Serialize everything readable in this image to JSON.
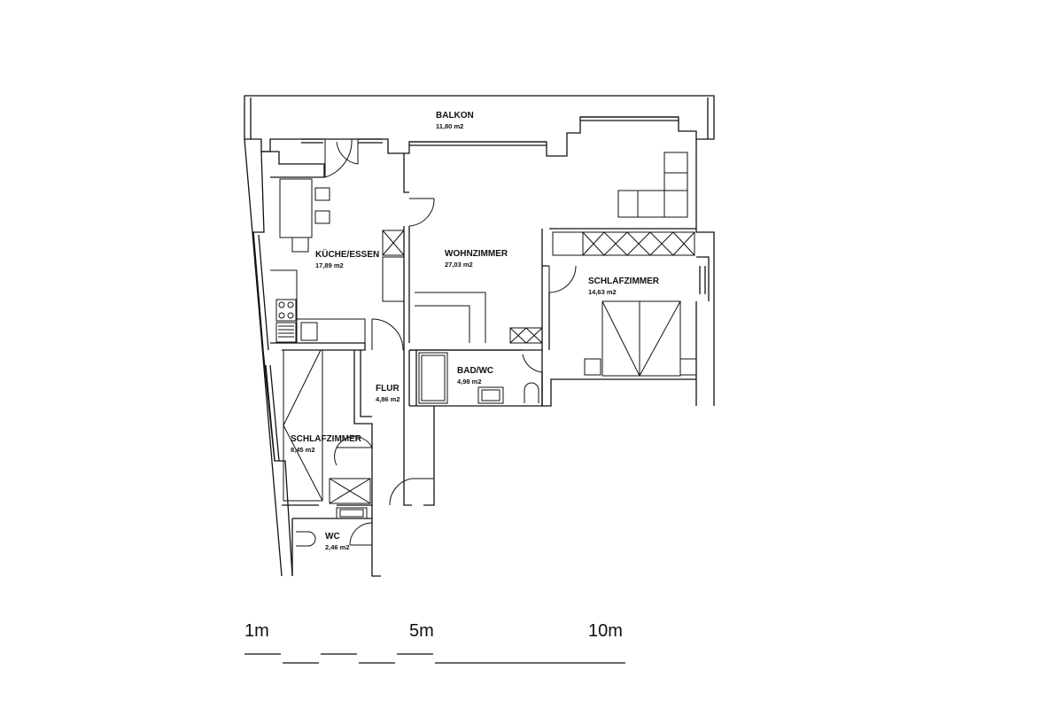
{
  "plan": {
    "rooms": {
      "balkon": {
        "name": "BALKON",
        "area": "11,80 m2"
      },
      "kueche": {
        "name": "KÜCHE/ESSEN",
        "area": "17,89 m2"
      },
      "wohnzimmer": {
        "name": "WOHNZIMMER",
        "area": "27,03 m2"
      },
      "schlafzimmer_gross": {
        "name": "SCHLAFZIMMER",
        "area": "14,63 m2"
      },
      "bad": {
        "name": "BAD/WC",
        "area": "4,98 m2"
      },
      "flur": {
        "name": "FLUR",
        "area": "4,86 m2"
      },
      "schlafzimmer_klein": {
        "name": "SCHLAFZIMMER",
        "area": "8,45 m2"
      },
      "wc": {
        "name": "WC",
        "area": "2,46 m2"
      }
    },
    "scale": {
      "label_1": "1m",
      "label_5": "5m",
      "label_10": "10m"
    }
  }
}
